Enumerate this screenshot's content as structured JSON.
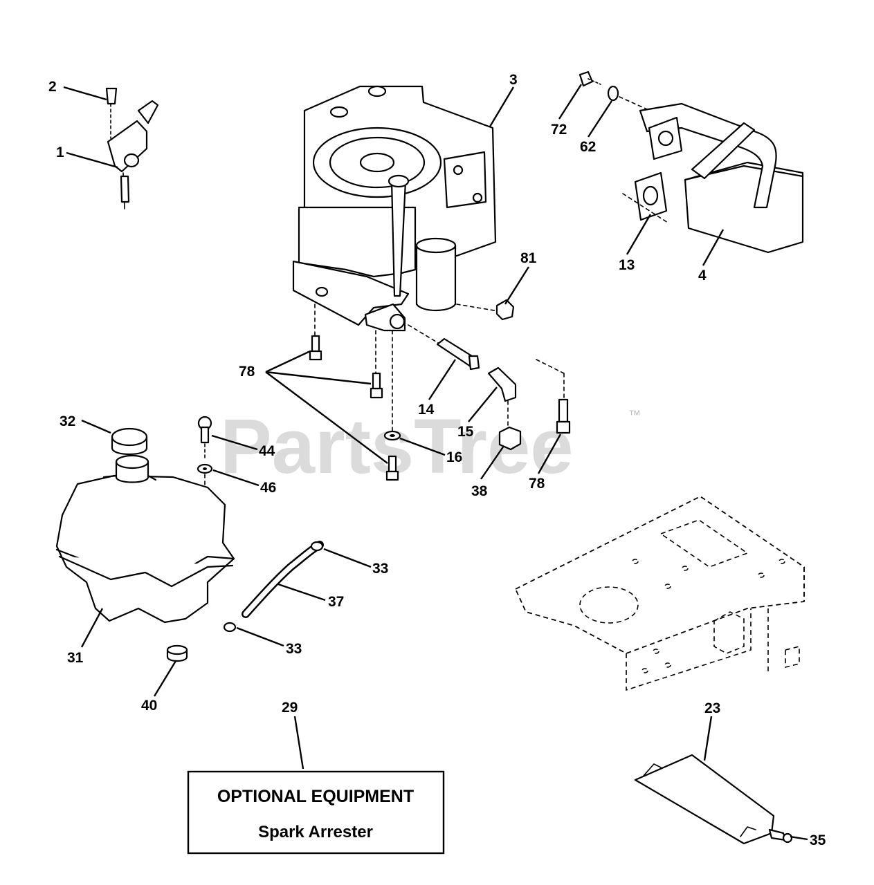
{
  "watermark": {
    "text": "PartsTree",
    "tm": "™"
  },
  "optional_box": {
    "title": "OPTIONAL EQUIPMENT",
    "subtitle": "Spark Arrester"
  },
  "callouts": {
    "c1": "1",
    "c2": "2",
    "c3": "3",
    "c4": "4",
    "c13": "13",
    "c14": "14",
    "c15": "15",
    "c16": "16",
    "c23": "23",
    "c29": "29",
    "c31": "31",
    "c32": "32",
    "c33a": "33",
    "c33b": "33",
    "c35": "35",
    "c37": "37",
    "c38": "38",
    "c40": "40",
    "c44": "44",
    "c46": "46",
    "c62": "62",
    "c72": "72",
    "c78a": "78",
    "c78b": "78",
    "c81": "81"
  }
}
